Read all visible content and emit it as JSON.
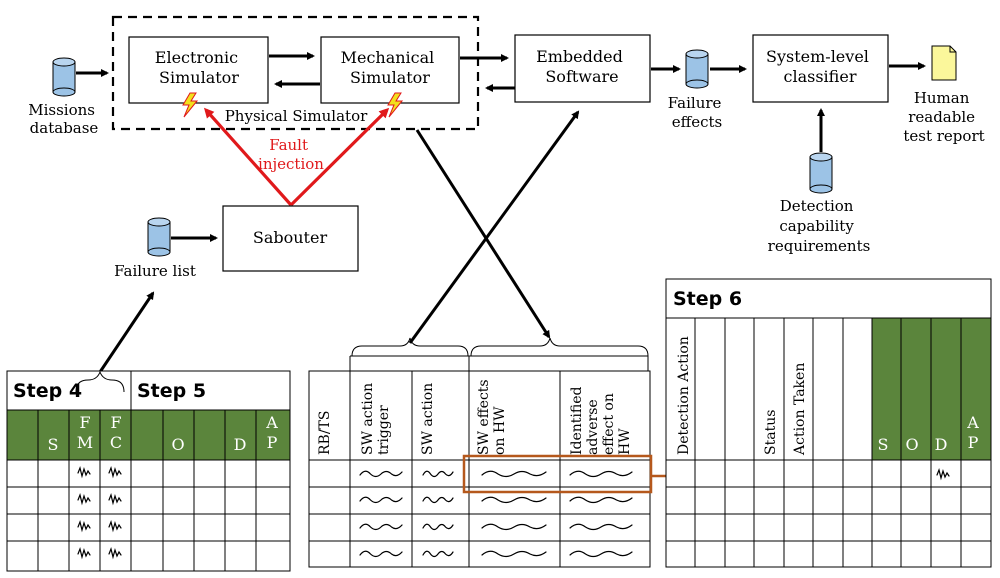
{
  "top": {
    "missions_db": [
      "Missions",
      "database"
    ],
    "electronic_sim": [
      "Electronic",
      "Simulator"
    ],
    "mechanical_sim": [
      "Mechanical",
      "Simulator"
    ],
    "physical_sim": "Physical Simulator",
    "embedded_sw": [
      "Embedded",
      "Software"
    ],
    "failure_effects": [
      "Failure",
      "effects"
    ],
    "classifier": [
      "System-level",
      "classifier"
    ],
    "report": [
      "Human",
      "readable",
      "test report"
    ],
    "fault_injection": [
      "Fault",
      "injection"
    ],
    "sabouter": "Sabouter",
    "failure_list": "Failure list",
    "detection_req": [
      "Detection",
      "capability",
      "requirements"
    ]
  },
  "steps": {
    "step4": "Step 4",
    "step5": "Step 5",
    "step6": "Step 6"
  },
  "table_left": {
    "headers": [
      "",
      "S",
      "F M",
      "F C",
      "",
      "O",
      "",
      "D",
      "A P"
    ]
  },
  "table_mid": {
    "headers": [
      "RB/TS",
      "SW action trigger",
      "SW action",
      "SW effects on HW",
      "Identified adverse effect on HW"
    ]
  },
  "table_right": {
    "headers": [
      "Detection Action",
      "",
      "",
      "Status",
      "Action Taken",
      "",
      "",
      "S",
      "O",
      "D",
      "A P"
    ]
  },
  "colors": {
    "green": "#5b853c",
    "red": "#e0191b",
    "orange": "#b5581c",
    "db_blue": "#9cc3e6",
    "report_yellow": "#fbf79b",
    "bolt": "#f2e01c"
  }
}
